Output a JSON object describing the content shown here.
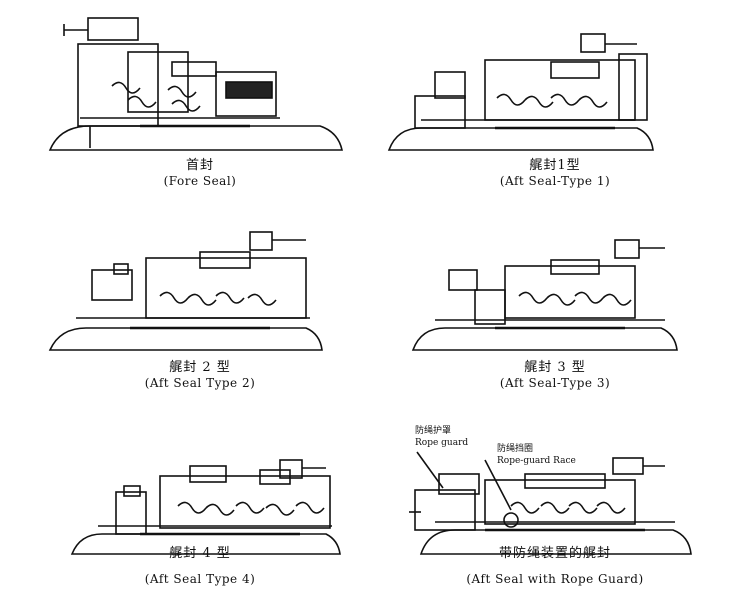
{
  "panels": [
    {
      "cn": "首封",
      "en": "(Fore Seal)"
    },
    {
      "cn": "艉封1型",
      "en": "(Aft Seal-Type 1)"
    },
    {
      "cn": "艉封 2 型",
      "en": "(Aft Seal Type 2)"
    },
    {
      "cn": "艉封 3 型",
      "en": "(Aft Seal-Type 3)"
    },
    {
      "cn": "艉封 4 型",
      "en": "(Aft Seal Type 4)"
    },
    {
      "cn": "带防绳装置的艉封",
      "en": "(Aft Seal with Rope Guard)"
    }
  ],
  "annotations": {
    "rope_guard_cn": "防绳护罩",
    "rope_guard_en": "Rope guard",
    "rope_guard_race_cn": "防绳挡圈",
    "rope_guard_race_en": "Rope-guard Race"
  }
}
